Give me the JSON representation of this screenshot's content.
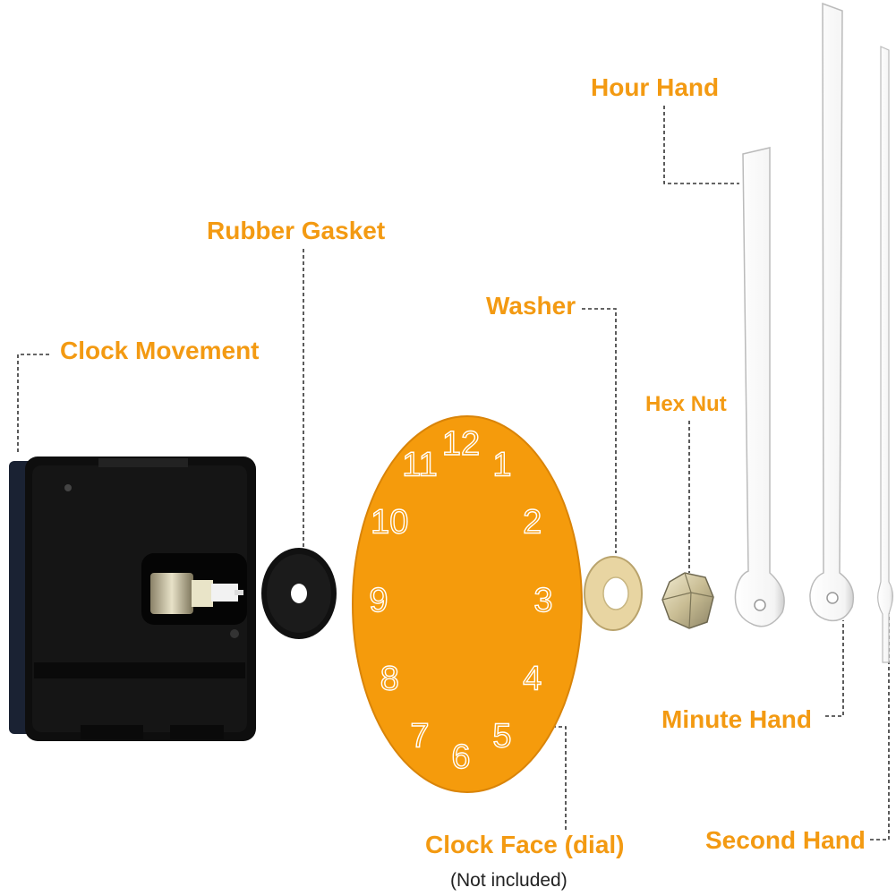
{
  "labels": {
    "hour_hand": "Hour Hand",
    "rubber_gasket": "Rubber Gasket",
    "washer": "Washer",
    "clock_movement": "Clock Movement",
    "hex_nut": "Hex Nut",
    "minute_hand": "Minute Hand",
    "clock_face": "Clock Face (dial)",
    "not_included": "(Not included)",
    "second_hand": "Second Hand"
  },
  "dial_numbers": [
    "12",
    "1",
    "2",
    "3",
    "4",
    "5",
    "6",
    "7",
    "8",
    "9",
    "10",
    "11"
  ],
  "colors": {
    "accent": "#f39a12",
    "dial": "#f59b0c",
    "movement": "#111111",
    "washer": "#e6d3a0",
    "hands": "#ffffff"
  }
}
